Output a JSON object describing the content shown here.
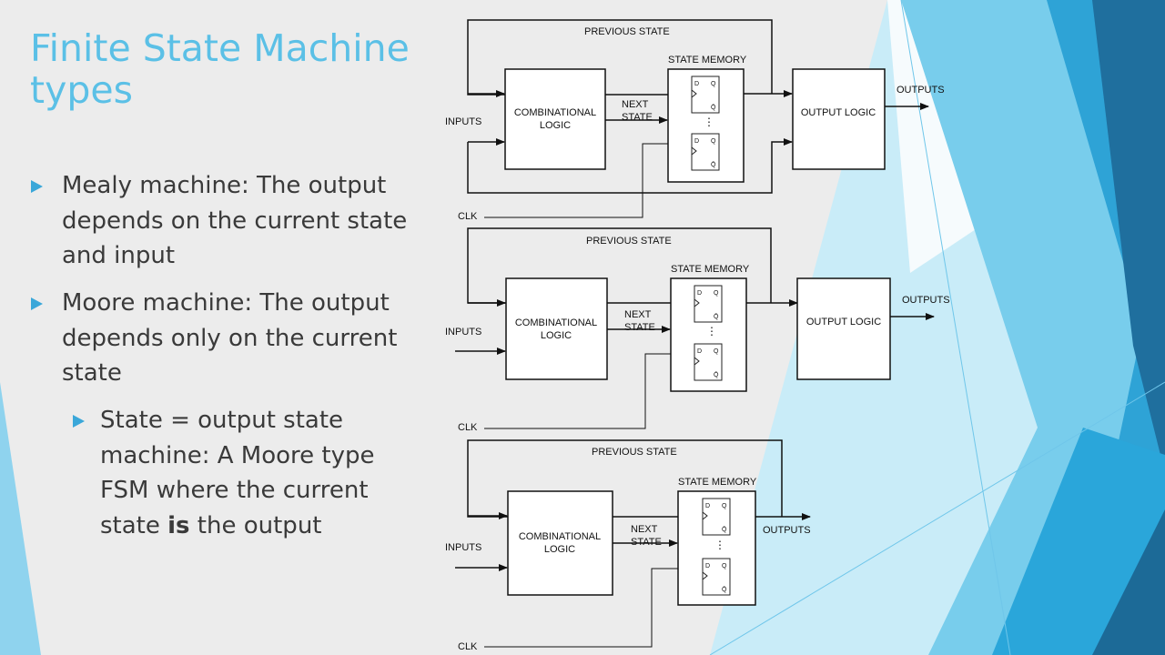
{
  "slide": {
    "title": "Finite State Machine types",
    "bullets": [
      {
        "text": "Mealy machine: The output depends on the current state and input"
      },
      {
        "text": "Moore machine: The output depends only on the current state"
      },
      {
        "text_before": "State = output state machine: A Moore type FSM where the current state ",
        "emphasis": "is",
        "text_after": " the output"
      }
    ]
  },
  "labels": {
    "previous_state": "PREVIOUS STATE",
    "state_memory": "STATE MEMORY",
    "comb_line1": "COMBINATIONAL",
    "comb_line2": "LOGIC",
    "next_line1": "NEXT",
    "next_line2": "STATE",
    "inputs": "INPUTS",
    "outputs": "OUTPUTS",
    "output_logic": "OUTPUT LOGIC",
    "clk": "CLK",
    "ellipsis": "⋮",
    "ff_d": "D",
    "ff_q": "Q",
    "ff_qbar": "Q̄"
  },
  "theme": {
    "title_color": "#5bc0e6",
    "bullet_color": "#3aa7d9",
    "text_color": "#3a3a3a",
    "background": "#ececec"
  }
}
